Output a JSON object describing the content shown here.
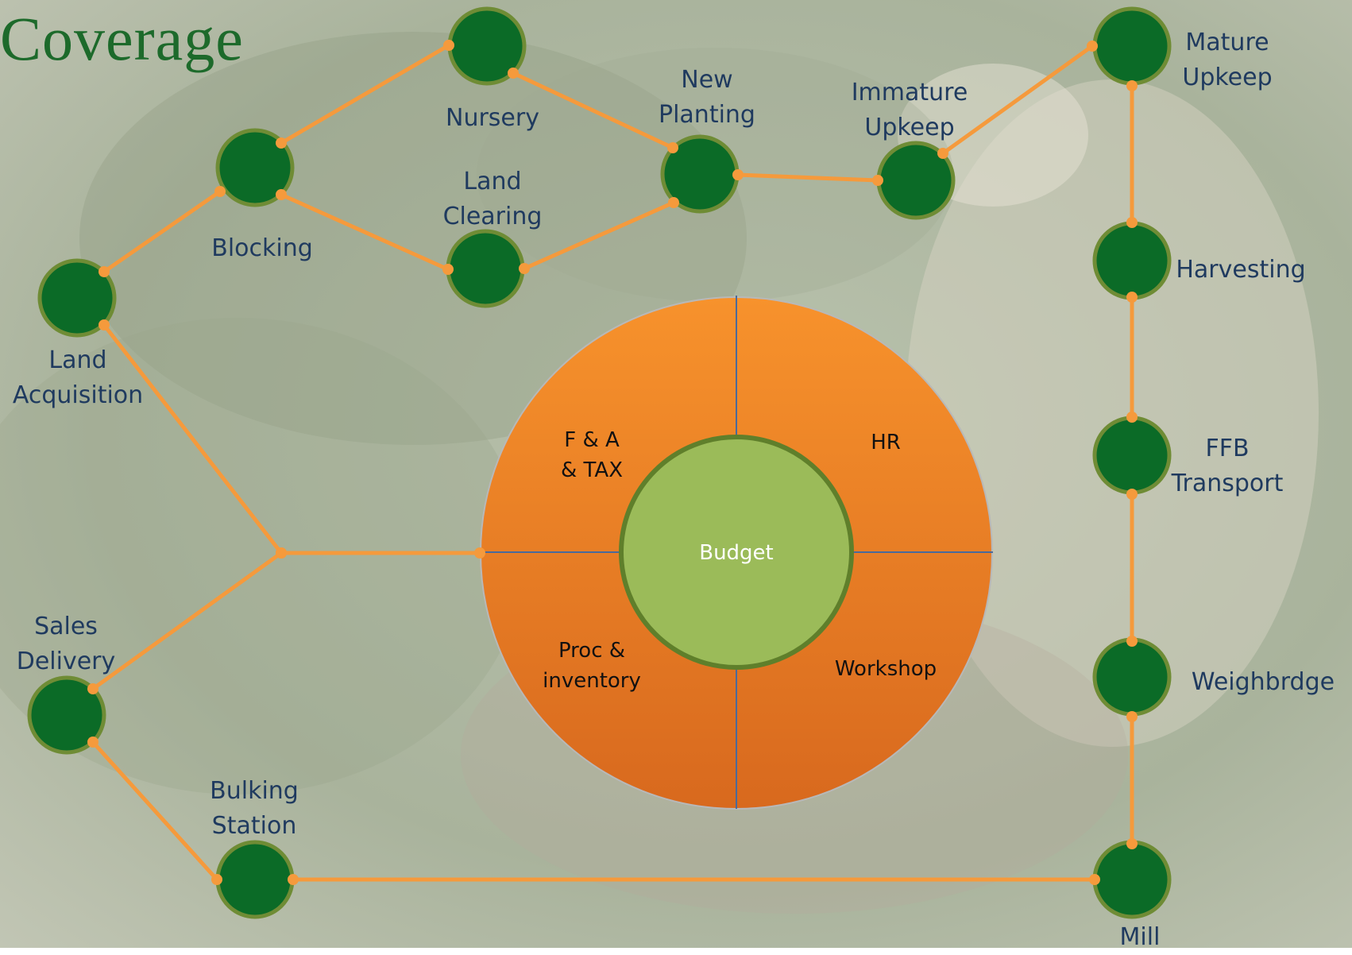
{
  "title": "Coverage",
  "colors": {
    "node_fill": "#0b6b27",
    "node_ring": "#6f8c35",
    "connector": "#f59a3c",
    "ring_fill_top": "#f7922c",
    "ring_fill_bottom": "#d8691e",
    "center_fill": "#9bbb59",
    "center_ring": "#5f7f2b",
    "label_text": "#1f3a5f"
  },
  "stages": {
    "land_acquisition": [
      "Land",
      "Acquisition"
    ],
    "blocking": [
      "Blocking"
    ],
    "nursery": [
      "Nursery"
    ],
    "land_clearing": [
      "Land",
      "Clearing"
    ],
    "new_planting": [
      "New",
      "Planting"
    ],
    "immature_upkeep": [
      "Immature",
      "Upkeep"
    ],
    "mature_upkeep": [
      "Mature",
      "Upkeep"
    ],
    "harvesting": [
      "Harvesting"
    ],
    "ffb_transport": [
      "FFB",
      "Transport"
    ],
    "weighbridge": [
      "Weighbrdge"
    ],
    "mill": [
      "Mill"
    ],
    "bulking_station": [
      "Bulking",
      "Station"
    ],
    "sales_delivery": [
      "Sales",
      "Delivery"
    ]
  },
  "center": {
    "budget": "Budget",
    "quadrants": {
      "fa_tax": [
        "F & A",
        "& TAX"
      ],
      "hr": [
        "HR"
      ],
      "proc_inventory": [
        "Proc &",
        "inventory"
      ],
      "workshop": [
        "Workshop"
      ]
    }
  }
}
